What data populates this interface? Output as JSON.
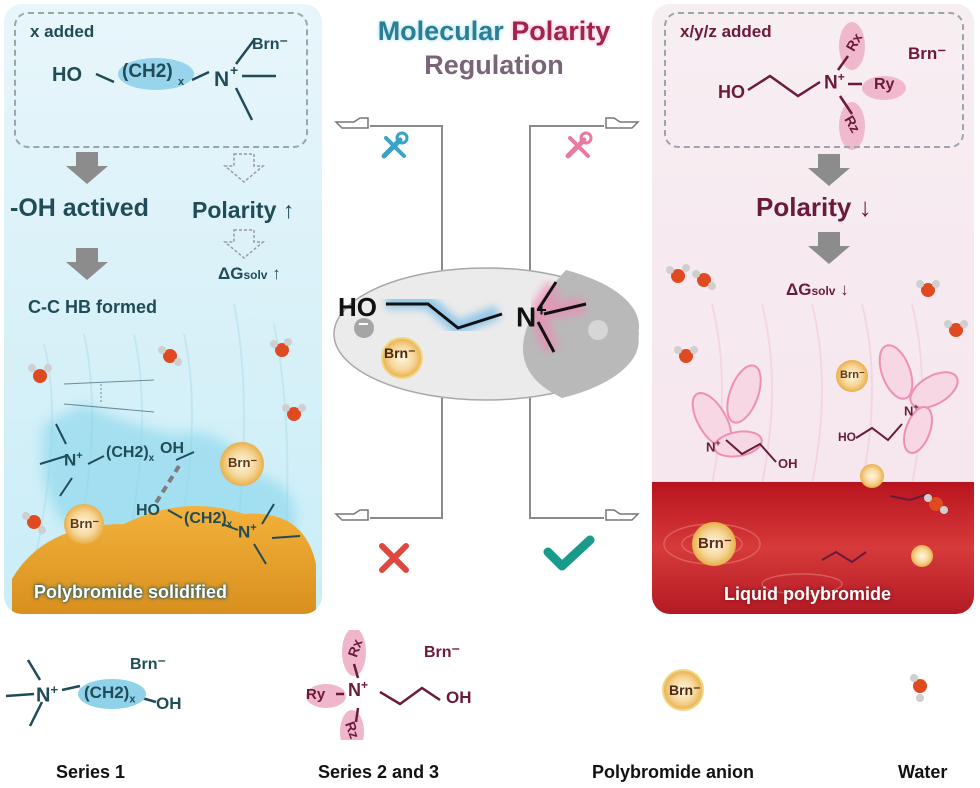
{
  "header": {
    "line1a": "Molecular",
    "line1b": "Polarity",
    "line2": "Regulation"
  },
  "left_panel": {
    "box_label": "x added",
    "molecule": {
      "ho": "HO",
      "ch2": "(CH2)",
      "sub": "x",
      "n": "N",
      "plus": "+",
      "anion": "Brn⁻"
    },
    "oh_actived": "-OH actived",
    "polarity": "Polarity ↑",
    "dg": "ΔG",
    "dg_sub": "solv",
    "dg_arrow": "↑",
    "hb": "C-C HB formed",
    "scene": {
      "oh": "OH",
      "ho": "HO",
      "ch2": "(CH2)",
      "sub": "x",
      "n": "N",
      "plus": "+",
      "anion": "Brn⁻"
    },
    "bottom_label": "Polybromide solidified"
  },
  "right_panel": {
    "box_label": "x/y/z added",
    "molecule": {
      "ho": "HO",
      "n": "N",
      "plus": "+",
      "rx": "Rx",
      "ry": "Ry",
      "rz": "Rz",
      "anion": "Brn⁻"
    },
    "polarity": "Polarity ↓",
    "dg": "ΔG",
    "dg_sub": "solv",
    "dg_arrow": "↓",
    "scene": {
      "oh": "OH",
      "ho": "HO",
      "n": "N",
      "plus": "+",
      "anion": "Brn⁻"
    },
    "bottom_label": "Liquid polybromide"
  },
  "center": {
    "ho": "HO",
    "n": "N",
    "plus": "+",
    "minus": "−",
    "anion": "Brn⁻"
  },
  "legend": {
    "series1": {
      "label": "Series 1",
      "n": "N",
      "plus": "+",
      "ch2": "(CH2)",
      "sub": "x",
      "oh": "OH",
      "anion": "Brn⁻"
    },
    "series23": {
      "label": "Series 2 and 3",
      "n": "N",
      "plus": "+",
      "rx": "Rx",
      "ry": "Ry",
      "rz": "Rz",
      "oh": "OH",
      "anion": "Brn⁻"
    },
    "polybromide": {
      "label": "Polybromide anion",
      "anion": "Brn⁻"
    },
    "water": {
      "label": "Water"
    }
  },
  "colors": {
    "teal": "#1f4c57",
    "wine": "#6b1a3c",
    "blue_glow": "#7fd3ea",
    "pink_glow": "#f2a9c8",
    "cross": "#e0473f",
    "check": "#1a9a8a",
    "gold": "#e9b04a",
    "red_liquid": "#c8222c"
  },
  "icons": [
    "tools-icon-blue",
    "tools-icon-pink",
    "pointing-hand-icon",
    "cross-icon",
    "check-icon",
    "water-molecule-icon",
    "gray-arrow-icon"
  ]
}
